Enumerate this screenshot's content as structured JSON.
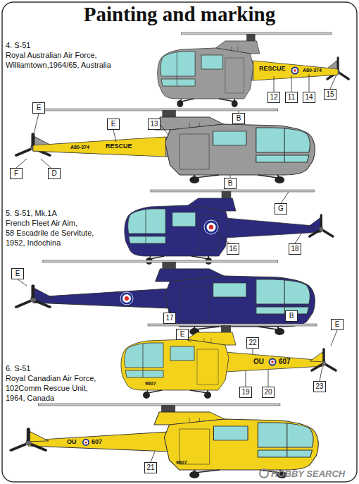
{
  "diagram": {
    "title": "Painting and marking",
    "labels": [
      "4. S-51",
      "Royal Australian Air Force,",
      "Williamtown,1964/65, Australia",
      "RESCUE",
      "A80-374",
      "12",
      "11",
      "14",
      "15",
      "E",
      "B",
      "E",
      "13",
      "A80-374",
      "RESCUE",
      "F",
      "D",
      "B",
      "5. S-51, Mk.1A",
      "French Fleet Air Aim,",
      "58 Escadrile de Servitute,",
      "1952, Indochina",
      "G",
      "16",
      "18",
      "E",
      "17",
      "6. S-51",
      "Royal Canadian Air Force,",
      "102Comm Rescue Unit,",
      "1964, Canada",
      "B",
      "E",
      "E",
      "22",
      "OU",
      "607",
      "9607",
      "19",
      "20",
      "23",
      "OU",
      "607",
      "9607",
      "21",
      "HOBBY SEARCH"
    ]
  }
}
